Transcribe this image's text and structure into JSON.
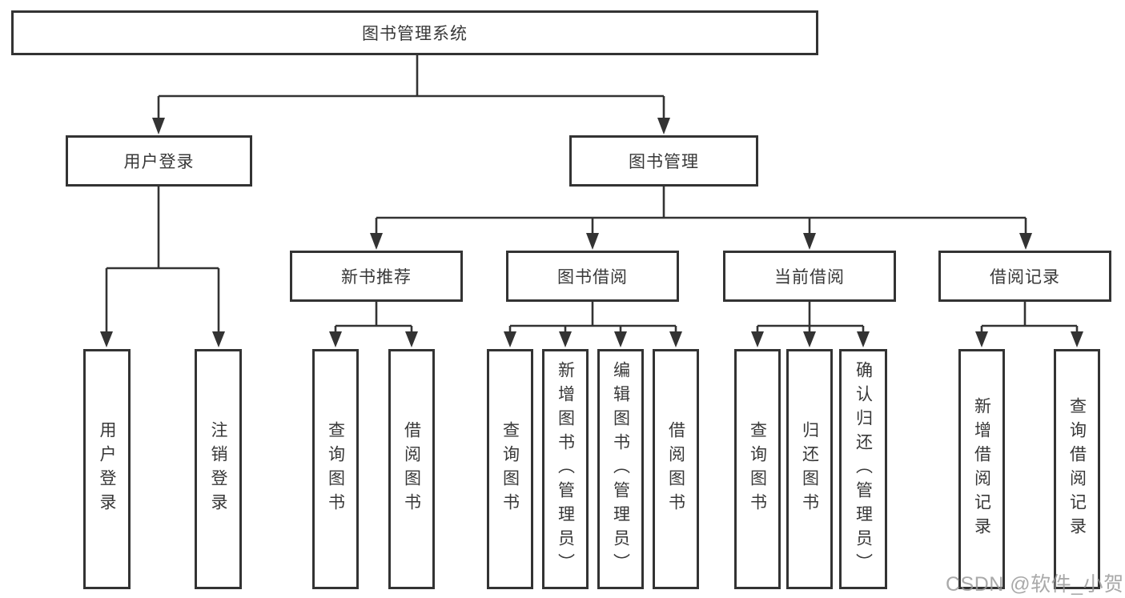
{
  "tree": {
    "root": {
      "label": "图书管理系统"
    },
    "branches": [
      {
        "label": "用户登录",
        "children": [
          {
            "label": "用户登录"
          },
          {
            "label": "注销登录"
          }
        ]
      },
      {
        "label": "图书管理",
        "children": [
          {
            "label": "新书推荐",
            "children": [
              {
                "label": "查询图书"
              },
              {
                "label": "借阅图书"
              }
            ]
          },
          {
            "label": "图书借阅",
            "children": [
              {
                "label": "查询图书"
              },
              {
                "label": "新增图书（管理员）"
              },
              {
                "label": "编辑图书（管理员）"
              },
              {
                "label": "借阅图书"
              }
            ]
          },
          {
            "label": "当前借阅",
            "children": [
              {
                "label": "查询图书"
              },
              {
                "label": "归还图书"
              },
              {
                "label": "确认归还（管理员）"
              }
            ]
          },
          {
            "label": "借阅记录",
            "children": [
              {
                "label": "新增借阅记录"
              },
              {
                "label": "查询借阅记录"
              }
            ]
          }
        ]
      }
    ]
  },
  "watermark": {
    "text": "CSDN @软件_小贺同学"
  },
  "colors": {
    "line": "#333333",
    "text": "#383838",
    "watermark": "#969696",
    "background": "#ffffff"
  }
}
